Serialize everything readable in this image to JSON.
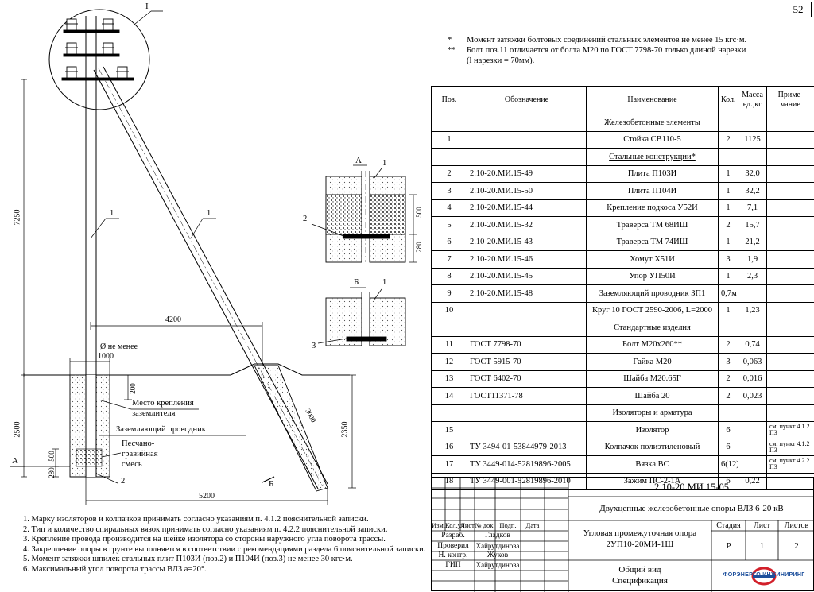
{
  "sheet_number": "52",
  "top_notes": [
    {
      "mark": "*",
      "text": "Момент затяжки болтовых соединений стальных элементов не менее 15 кгс·м."
    },
    {
      "mark": "**",
      "text": "Болт поз.11 отличается от болта М20 по ГОСТ 7798-70 только длиной нарезки"
    },
    {
      "mark": "",
      "text": "(l нарезки = 70мм)."
    }
  ],
  "spec_table": {
    "headers": [
      "Поз.",
      "Обозначение",
      "Наименование",
      "Кол.",
      "Масса ед.,кг",
      "Приме-чание"
    ],
    "rows": [
      {
        "type": "section",
        "title": "Железобетонные элементы"
      },
      {
        "type": "row",
        "pos": "1",
        "code": "",
        "name": "Стойка СВ110-5",
        "qty": "2",
        "mass": "1125",
        "note": ""
      },
      {
        "type": "section",
        "title": "Стальные конструкции*"
      },
      {
        "type": "row",
        "pos": "2",
        "code": "2.10-20.МИ.15-49",
        "name": "Плита П103И",
        "qty": "1",
        "mass": "32,0",
        "note": ""
      },
      {
        "type": "row",
        "pos": "3",
        "code": "2.10-20.МИ.15-50",
        "name": "Плита П104И",
        "qty": "1",
        "mass": "32,2",
        "note": ""
      },
      {
        "type": "row",
        "pos": "4",
        "code": "2.10-20.МИ.15-44",
        "name": "Крепление подкоса У52И",
        "qty": "1",
        "mass": "7,1",
        "note": ""
      },
      {
        "type": "row",
        "pos": "5",
        "code": "2.10-20.МИ.15-32",
        "name": "Траверса ТМ 68ИШ",
        "qty": "2",
        "mass": "15,7",
        "note": ""
      },
      {
        "type": "row",
        "pos": "6",
        "code": "2.10-20.МИ.15-43",
        "name": "Траверса ТМ 74ИШ",
        "qty": "1",
        "mass": "21,2",
        "note": ""
      },
      {
        "type": "row",
        "pos": "7",
        "code": "2.10-20.МИ.15-46",
        "name": "Хомут Х51И",
        "qty": "3",
        "mass": "1,9",
        "note": ""
      },
      {
        "type": "row",
        "pos": "8",
        "code": "2.10-20.МИ.15-45",
        "name": "Упор УП50И",
        "qty": "1",
        "mass": "2,3",
        "note": ""
      },
      {
        "type": "row",
        "pos": "9",
        "code": "2.10-20.МИ.15-48",
        "name": "Заземляющий проводник ЗП1",
        "qty": "0,7м",
        "mass": "",
        "note": ""
      },
      {
        "type": "row",
        "pos": "10",
        "code": "",
        "name": "Круг 10 ГОСТ 2590-2006, L=2000",
        "qty": "1",
        "mass": "1,23",
        "note": ""
      },
      {
        "type": "section",
        "title": "Стандартные изделия"
      },
      {
        "type": "row",
        "pos": "11",
        "code": "ГОСТ 7798-70",
        "name": "Болт М20х260**",
        "qty": "2",
        "mass": "0,74",
        "note": ""
      },
      {
        "type": "row",
        "pos": "12",
        "code": "ГОСТ 5915-70",
        "name": "Гайка М20",
        "qty": "3",
        "mass": "0,063",
        "note": ""
      },
      {
        "type": "row",
        "pos": "13",
        "code": "ГОСТ 6402-70",
        "name": "Шайба М20.65Г",
        "qty": "2",
        "mass": "0,016",
        "note": ""
      },
      {
        "type": "row",
        "pos": "14",
        "code": "ГОСТ11371-78",
        "name": "Шайба 20",
        "qty": "2",
        "mass": "0,023",
        "note": ""
      },
      {
        "type": "section",
        "title": "Изоляторы и арматура"
      },
      {
        "type": "row",
        "pos": "15",
        "code": "",
        "name": "Изолятор",
        "qty": "6",
        "mass": "",
        "note": "см. пункт 4.1.2 ПЗ"
      },
      {
        "type": "row",
        "pos": "16",
        "code": "ТУ 3494-01-53844979-2013",
        "name": "Колпачок полиэтиленовый",
        "qty": "6",
        "mass": "",
        "note": "см. пункт 4.1.2 ПЗ"
      },
      {
        "type": "row",
        "pos": "17",
        "code": "ТУ 3449-014-52819896-2005",
        "name": "Вязка ВС",
        "qty": "6(12)",
        "mass": "",
        "note": "см. пункт 4.2.2 ПЗ"
      },
      {
        "type": "row",
        "pos": "18",
        "code": "ТУ 3449-001-52819896-2010",
        "name": "Зажим ПС-2-1А",
        "qty": "6",
        "mass": "0,22",
        "note": ""
      }
    ]
  },
  "drawing_labels": {
    "node": "I",
    "dim_7250": "7250",
    "dim_4200": "4200",
    "dim_1000": "1000",
    "dim_min": "Ø не менее",
    "dim_200": "200",
    "dim_2500": "2500",
    "dim_500": "500",
    "dim_280": "280",
    "dim_5200": "5200",
    "dim_2350": "2350",
    "dim_3000": "3000",
    "pos1": "1",
    "pos2": "2",
    "pos3": "3",
    "sec_a": "А",
    "sec_b": "Б",
    "callout_mount_1": "Место крепления",
    "callout_mount_2": "заземлителя",
    "callout_ground": "Заземляющий проводник",
    "callout_sand_1": "Песчано-",
    "callout_sand_2": "гравийная",
    "callout_sand_3": "смесь",
    "detail_500": "500",
    "detail_280": "280"
  },
  "notes": [
    "1. Марку изоляторов и колпачков принимать согласно указаниям п. 4.1.2 пояснительной записки.",
    "2. Тип и количество спиральных вязок принимать согласно указаниям п. 4.2.2 пояснительной записки.",
    "3. Крепление провода производится на шейке изолятора со стороны наружного угла поворота трассы.",
    "4. Закрепление опоры в грунте выполняется в соответствии с рекомендациями раздела 6 пояснительной записки.",
    "5. Момент затяжки шпилек стальных плит П103И (поз.2) и П104И (поз.3) не менее 30 кгс·м.",
    "6. Максимальный угол поворота трассы ВЛЗ а=20°."
  ],
  "stamp": {
    "doc_code": "2.10-20.МИ.15-05",
    "doc_title": "Двухцепные железобетонные опоры ВЛЗ 6-20 кВ",
    "sheet_title_1": "Угловая промежуточная опора",
    "sheet_title_2": "2УП10-20МИ-1Ш",
    "view_title_1": "Общий вид",
    "view_title_2": "Спецификация",
    "col_headers": [
      "Изм.",
      "Кол.уч",
      "Лист",
      "№ док.",
      "Подп.",
      "Дата"
    ],
    "signers": [
      {
        "role": "Разраб.",
        "name": "Гладков"
      },
      {
        "role": "Проверил",
        "name": "Хайрутдинова"
      },
      {
        "role": "Н. контр.",
        "name": "Жуков"
      },
      {
        "role": "ГИП",
        "name": "Хайрутдинова"
      }
    ],
    "stage_label": "Стадия",
    "sheet_label": "Лист",
    "sheets_label": "Листов",
    "stage": "Р",
    "sheet": "1",
    "sheets": "2",
    "company": "ФОРЭНЕРГО ИНЖИНИРИНГ"
  }
}
